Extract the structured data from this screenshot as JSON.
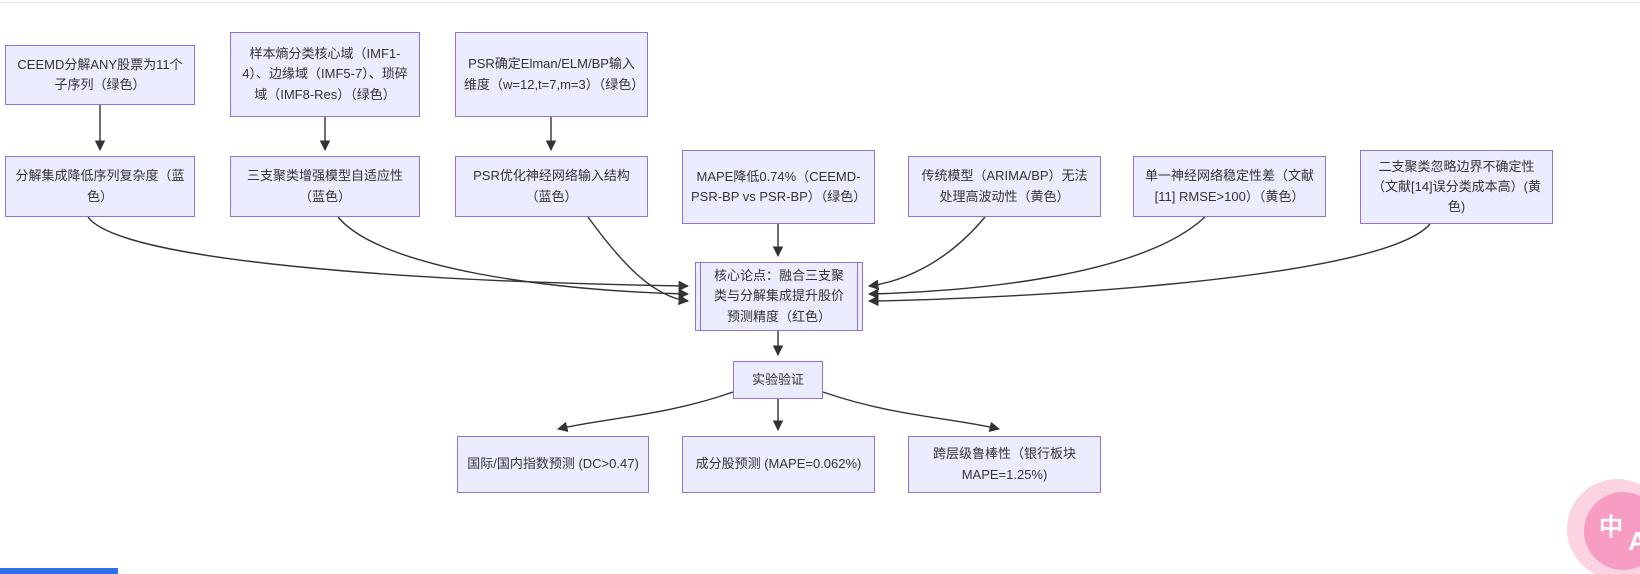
{
  "diagram": {
    "title_hint": "mermaid-flowchart",
    "colors": {
      "node_fill": "#ECECFF",
      "node_border": "#9370DB",
      "text": "#333333",
      "edge": "#333333",
      "background": "#ffffff"
    },
    "nodes": {
      "ceemd": {
        "label": "CEEMD分解ANY股票为11个子序列（绿色）"
      },
      "entropy": {
        "label": "样本熵分类核心域（IMF1-4）、边缘域（IMF5-7）、琐碎域（IMF8-Res）（绿色）"
      },
      "psr_input": {
        "label": "PSR确定Elman/ELM/BP输入维度（w=12,t=7,m=3）（绿色）"
      },
      "decomp": {
        "label": "分解集成降低序列复杂度（蓝色）"
      },
      "three_way": {
        "label": "三支聚类增强模型自适应性（蓝色）"
      },
      "psr_opt": {
        "label": "PSR优化神经网络输入结构（蓝色）"
      },
      "mape_drop": {
        "label": "MAPE降低0.74%（CEEMD-PSR-BP vs PSR-BP）（绿色）"
      },
      "traditional": {
        "label": "传统模型（ARIMA/BP）无法处理高波动性（黄色）"
      },
      "single_nn": {
        "label": "单一神经网络稳定性差（文献[11] RMSE>100）（黄色）"
      },
      "two_way": {
        "label": "二支聚类忽略边界不确定性（文献[14]误分类成本高）(黄色)"
      },
      "core": {
        "label": "核心论点：融合三支聚类与分解集成提升股价预测精度（红色）"
      },
      "experiment": {
        "label": "实验验证"
      },
      "index_pred": {
        "label": "国际/国内指数预测 (DC>0.47)"
      },
      "component": {
        "label": "成分股预测 (MAPE=0.062%)"
      },
      "robustness": {
        "label": "跨层级鲁棒性（银行板块 MAPE=1.25%)"
      }
    }
  },
  "translate_button": {
    "glyph_zh": "中",
    "glyph_en": "A",
    "bg_outer": "#fbd3e2",
    "bg_inner": "#f79cc2"
  }
}
